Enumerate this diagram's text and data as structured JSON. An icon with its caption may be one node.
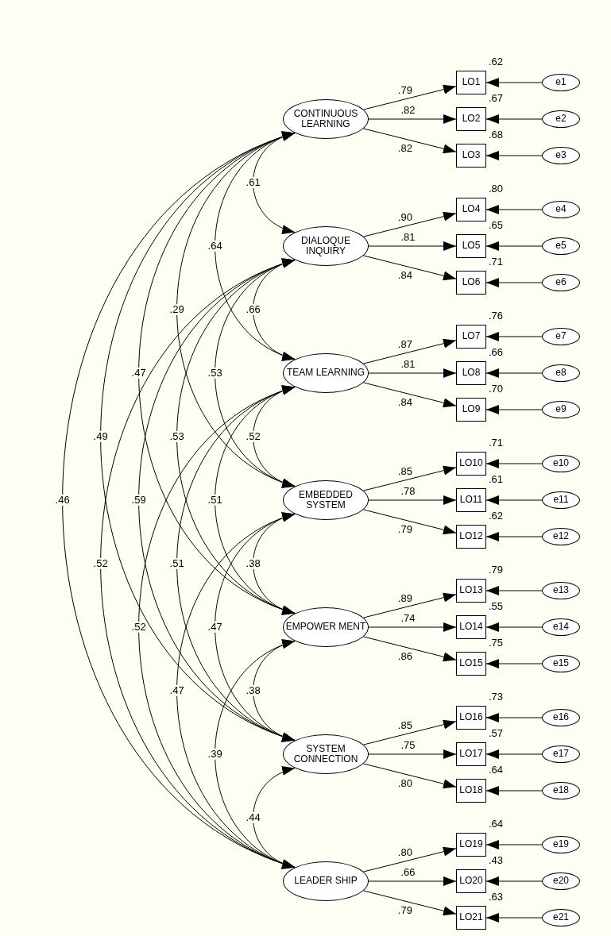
{
  "diagram": {
    "nodes": [
      {
        "text": [
          "CONTINUOUS LEARNING"
        ]
      },
      {
        "text": [
          "LO1"
        ],
        "beside": [
          ".62"
        ]
      },
      {
        "text": [
          "LO2"
        ],
        "beside": [
          ".67"
        ]
      },
      {
        "text": [
          "LO3"
        ],
        "beside": [
          ".68"
        ]
      },
      {
        "text": [
          "e1"
        ]
      },
      {
        "text": [
          "e2"
        ]
      },
      {
        "text": [
          "e3"
        ]
      },
      {
        "text": [
          "DIALOQUE INQUIRY"
        ]
      },
      {
        "text": [
          "LO4"
        ],
        "beside": [
          ".80"
        ]
      },
      {
        "text": [
          "LO5"
        ],
        "beside": [
          ".65"
        ]
      },
      {
        "text": [
          "LO6"
        ],
        "beside": [
          ".71"
        ]
      },
      {
        "text": [
          "e4"
        ]
      },
      {
        "text": [
          "e5"
        ]
      },
      {
        "text": [
          "e6"
        ]
      },
      {
        "text": [
          "TEAM LEARNING"
        ]
      },
      {
        "text": [
          "LO7"
        ],
        "beside": [
          ".76"
        ]
      },
      {
        "text": [
          "LO8"
        ],
        "beside": [
          ".66"
        ]
      },
      {
        "text": [
          "LO9"
        ],
        "beside": [
          ".70"
        ]
      },
      {
        "text": [
          "e7"
        ]
      },
      {
        "text": [
          "e8"
        ]
      },
      {
        "text": [
          "e9"
        ]
      },
      {
        "text": [
          "EMBEDDED SYSTEM"
        ]
      },
      {
        "text": [
          "LO10"
        ],
        "beside": [
          ".71"
        ]
      },
      {
        "text": [
          "LO11"
        ],
        "beside": [
          ".61"
        ]
      },
      {
        "text": [
          "LO12"
        ],
        "beside": [
          ".62"
        ]
      },
      {
        "text": [
          "e10"
        ]
      },
      {
        "text": [
          "e11"
        ]
      },
      {
        "text": [
          "e12"
        ]
      },
      {
        "text": [
          "EMPOWER MENT"
        ]
      },
      {
        "text": [
          "LO13"
        ],
        "beside": [
          ".79"
        ]
      },
      {
        "text": [
          "LO14"
        ],
        "beside": [
          ".55"
        ]
      },
      {
        "text": [
          "LO15"
        ],
        "beside": [
          ".75"
        ]
      },
      {
        "text": [
          "e13"
        ]
      },
      {
        "text": [
          "e14"
        ]
      },
      {
        "text": [
          "e15"
        ]
      },
      {
        "text": [
          "SYSTEM CONNECTION"
        ]
      },
      {
        "text": [
          "LO16"
        ],
        "beside": [
          ".73"
        ]
      },
      {
        "text": [
          "LO17"
        ],
        "beside": [
          ".57"
        ]
      },
      {
        "text": [
          "LO18"
        ],
        "beside": [
          ".64"
        ]
      },
      {
        "text": [
          "e16"
        ]
      },
      {
        "text": [
          "e17"
        ]
      },
      {
        "text": [
          "e18"
        ]
      },
      {
        "text": [
          "LEADER SHIP"
        ]
      },
      {
        "text": [
          "LO19"
        ],
        "beside": [
          ".64"
        ]
      },
      {
        "text": [
          "LO20"
        ],
        "beside": [
          ".43"
        ]
      },
      {
        "text": [
          "LO21"
        ],
        "beside": [
          ".63"
        ]
      },
      {
        "text": [
          "e19"
        ]
      },
      {
        "text": [
          "e20"
        ]
      },
      {
        "text": [
          "e21"
        ]
      }
    ],
    "edges": [
      {
        "from": 0,
        "to": 1,
        "arrow": "to",
        "label": ".79"
      },
      {
        "from": 0,
        "to": 2,
        "arrow": "to",
        "label": ".82"
      },
      {
        "from": 0,
        "to": 3,
        "arrow": "to",
        "label": ".82"
      },
      {
        "from": 4,
        "to": 1,
        "arrow": "to"
      },
      {
        "from": 5,
        "to": 2,
        "arrow": "to"
      },
      {
        "from": 6,
        "to": 3,
        "arrow": "to"
      },
      {
        "from": 7,
        "to": 8,
        "arrow": "to",
        "label": ".90"
      },
      {
        "from": 7,
        "to": 9,
        "arrow": "to",
        "label": ".81"
      },
      {
        "from": 7,
        "to": 10,
        "arrow": "to",
        "label": ".84"
      },
      {
        "from": 11,
        "to": 8,
        "arrow": "to"
      },
      {
        "from": 12,
        "to": 9,
        "arrow": "to"
      },
      {
        "from": 13,
        "to": 10,
        "arrow": "to"
      },
      {
        "from": 14,
        "to": 15,
        "arrow": "to",
        "label": ".87"
      },
      {
        "from": 14,
        "to": 16,
        "arrow": "to",
        "label": ".81"
      },
      {
        "from": 14,
        "to": 17,
        "arrow": "to",
        "label": ".84"
      },
      {
        "from": 18,
        "to": 15,
        "arrow": "to"
      },
      {
        "from": 19,
        "to": 16,
        "arrow": "to"
      },
      {
        "from": 20,
        "to": 17,
        "arrow": "to"
      },
      {
        "from": 21,
        "to": 22,
        "arrow": "to",
        "label": ".85"
      },
      {
        "from": 21,
        "to": 23,
        "arrow": "to",
        "label": ".78"
      },
      {
        "from": 21,
        "to": 24,
        "arrow": "to",
        "label": ".79"
      },
      {
        "from": 25,
        "to": 22,
        "arrow": "to"
      },
      {
        "from": 26,
        "to": 23,
        "arrow": "to"
      },
      {
        "from": 27,
        "to": 24,
        "arrow": "to"
      },
      {
        "from": 28,
        "to": 29,
        "arrow": "to",
        "label": ".89"
      },
      {
        "from": 28,
        "to": 30,
        "arrow": "to",
        "label": ".74"
      },
      {
        "from": 28,
        "to": 31,
        "arrow": "to",
        "label": ".86"
      },
      {
        "from": 32,
        "to": 29,
        "arrow": "to"
      },
      {
        "from": 33,
        "to": 30,
        "arrow": "to"
      },
      {
        "from": 34,
        "to": 31,
        "arrow": "to"
      },
      {
        "from": 35,
        "to": 36,
        "arrow": "to",
        "label": ".85"
      },
      {
        "from": 35,
        "to": 37,
        "arrow": "to",
        "label": ".75"
      },
      {
        "from": 35,
        "to": 38,
        "arrow": "to",
        "label": ".80"
      },
      {
        "from": 39,
        "to": 36,
        "arrow": "to"
      },
      {
        "from": 40,
        "to": 37,
        "arrow": "to"
      },
      {
        "from": 41,
        "to": 38,
        "arrow": "to"
      },
      {
        "from": 42,
        "to": 43,
        "arrow": "to",
        "label": ".80"
      },
      {
        "from": 42,
        "to": 44,
        "arrow": "to",
        "label": ".66"
      },
      {
        "from": 42,
        "to": 45,
        "arrow": "to",
        "label": ".79"
      },
      {
        "from": 46,
        "to": 43,
        "arrow": "to"
      },
      {
        "from": 47,
        "to": 44,
        "arrow": "to"
      },
      {
        "from": 48,
        "to": 45,
        "arrow": "to"
      },
      {
        "from": 0,
        "to": 7,
        "arrow": "both",
        "label": ".61"
      },
      {
        "from": 0,
        "to": 14,
        "arrow": "both",
        "label": ".64"
      },
      {
        "from": 0,
        "to": 21,
        "arrow": "both",
        "label": ".29"
      },
      {
        "from": 0,
        "to": 28,
        "arrow": "both",
        "label": ".47"
      },
      {
        "from": 0,
        "to": 35,
        "arrow": "both",
        "label": ".49"
      },
      {
        "from": 0,
        "to": 42,
        "arrow": "both",
        "label": ".46"
      },
      {
        "from": 7,
        "to": 14,
        "arrow": "both",
        "label": ".66"
      },
      {
        "from": 7,
        "to": 21,
        "arrow": "both",
        "label": ".53"
      },
      {
        "from": 7,
        "to": 28,
        "arrow": "both",
        "label": ".53"
      },
      {
        "from": 7,
        "to": 35,
        "arrow": "both",
        "label": ".59"
      },
      {
        "from": 7,
        "to": 42,
        "arrow": "both",
        "label": ".52"
      },
      {
        "from": 14,
        "to": 21,
        "arrow": "both",
        "label": ".52"
      },
      {
        "from": 14,
        "to": 28,
        "arrow": "both",
        "label": ".51"
      },
      {
        "from": 14,
        "to": 35,
        "arrow": "both",
        "label": ".51"
      },
      {
        "from": 14,
        "to": 42,
        "arrow": "both",
        "label": ".52"
      },
      {
        "from": 21,
        "to": 28,
        "arrow": "both",
        "label": ".38"
      },
      {
        "from": 21,
        "to": 35,
        "arrow": "both",
        "label": ".47"
      },
      {
        "from": 21,
        "to": 42,
        "arrow": "both",
        "label": ".47"
      },
      {
        "from": 28,
        "to": 35,
        "arrow": "both",
        "label": ".38"
      },
      {
        "from": 28,
        "to": 42,
        "arrow": "both",
        "label": ".39"
      },
      {
        "from": 35,
        "to": 42,
        "arrow": "both",
        "label": ".44"
      }
    ]
  }
}
